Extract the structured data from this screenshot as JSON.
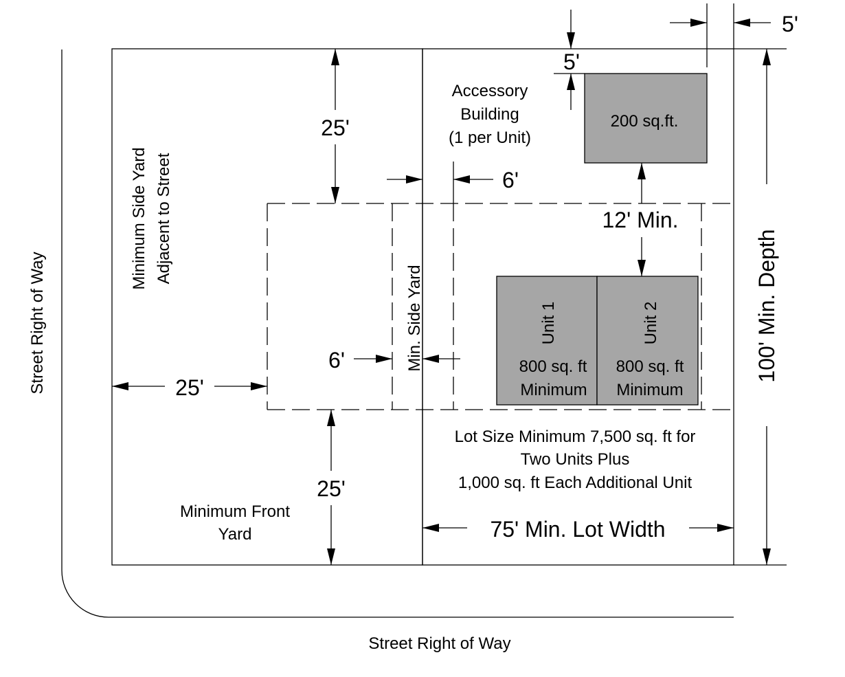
{
  "labels": {
    "street_row_bottom": "Street Right of Way",
    "street_row_left": "Street Right of Way",
    "min_side_yard_street_line1": "Minimum Side Yard",
    "min_side_yard_street_line2": "Adjacent to Street",
    "min_front_yard_line1": "Minimum Front",
    "min_front_yard_line2": "Yard",
    "min_side_yard": "Min. Side Yard",
    "accessory_line1": "Accessory",
    "accessory_line2": "Building",
    "accessory_line3": "(1 per Unit)",
    "accessory_area": "200 sq.ft.",
    "unit1_name": "Unit 1",
    "unit2_name": "Unit 2",
    "unit_area": "800 sq. ft",
    "unit_minimum": "Minimum",
    "lot_size_line1": "Lot Size Minimum 7,500 sq. ft for",
    "lot_size_line2": "Two Units Plus",
    "lot_size_line3": "1,000 sq. ft Each Additional Unit"
  },
  "dimensions": {
    "rear_setback": "25'",
    "side_setback_street": "25'",
    "front_setback": "25'",
    "interior_side_setback": "6'",
    "accessory_side_gap": "6'",
    "accessory_rear_gap": "5'",
    "accessory_side_gap_right": "5'",
    "building_separation": "12' Min.",
    "lot_width": "75' Min. Lot Width",
    "lot_depth": "100' Min. Depth"
  },
  "colors": {
    "building_fill": "#a6a6a6",
    "line": "#000000"
  }
}
